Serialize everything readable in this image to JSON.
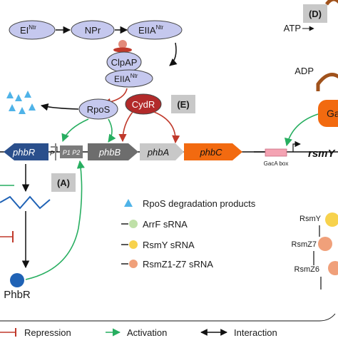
{
  "nodes": {
    "ei": {
      "main": "EI",
      "sup": "Ntr"
    },
    "npr": "NPr",
    "eiia_top": {
      "main": "EIIA",
      "sup": "Ntr"
    },
    "clpap": "ClpAP",
    "eiia_bottom": {
      "main": "EIIA",
      "sup": "Ntr"
    },
    "rpos": "RpoS",
    "cydr": "CydR",
    "phbr_protein": "PhbR",
    "gac_partial": "Ga"
  },
  "genes": {
    "phbR": "phbR",
    "p": "P",
    "p1p2": "P1 P2",
    "phbB": "phbB",
    "phbA": "phbA",
    "phbC": "phbC",
    "rsmY": "rsmY",
    "gaca_box": "GacA box"
  },
  "panel_labels": {
    "a": "(A)",
    "d": "(D)",
    "e": "(E)"
  },
  "energy": {
    "atp": "ATP",
    "adp": "ADP"
  },
  "legend": {
    "degradation": "RpoS degradation products",
    "arrf": "ArrF sRNA",
    "rsmy": "RsmY sRNA",
    "rsmz": "RsmZ1-Z7 sRNA"
  },
  "right_srna": {
    "rsmy": "RsmY",
    "rsmz7": "RsmZ7",
    "rsmz6": "RsmZ6"
  },
  "key": {
    "repression": "Repression",
    "activation": "Activation",
    "interaction": "Interaction"
  },
  "colors": {
    "repression": "#c0392b",
    "activation": "#27ae60",
    "protein_fill": "#c5c8ee",
    "phbR_gene": "#2a4f8c",
    "phbB_gene": "#6d6d6d",
    "phbA_gene": "#c8c8c8",
    "phbC_gene": "#f26a10",
    "cydr": "#b22a2a",
    "degradation": "#4fb3e8",
    "arrf": "#bfe0a8",
    "rsmy": "#f7d24d",
    "rsmz": "#f0a07a",
    "phbr_protein": "#1f62b5"
  }
}
